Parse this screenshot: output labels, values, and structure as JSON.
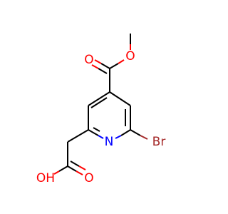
{
  "molecule": {
    "atoms": {
      "ester_o_double": {
        "label": "O",
        "color": "#ff0000"
      },
      "ester_o_single": {
        "label": "O",
        "color": "#ff0000"
      },
      "ring_n": {
        "label": "N",
        "color": "#0000ff"
      },
      "bromine": {
        "label": "Br",
        "color": "#a52a2a"
      },
      "acid_o_double": {
        "label": "O",
        "color": "#ff0000"
      },
      "acid_oh": {
        "label": "OH",
        "color": "#ff0000"
      }
    }
  }
}
